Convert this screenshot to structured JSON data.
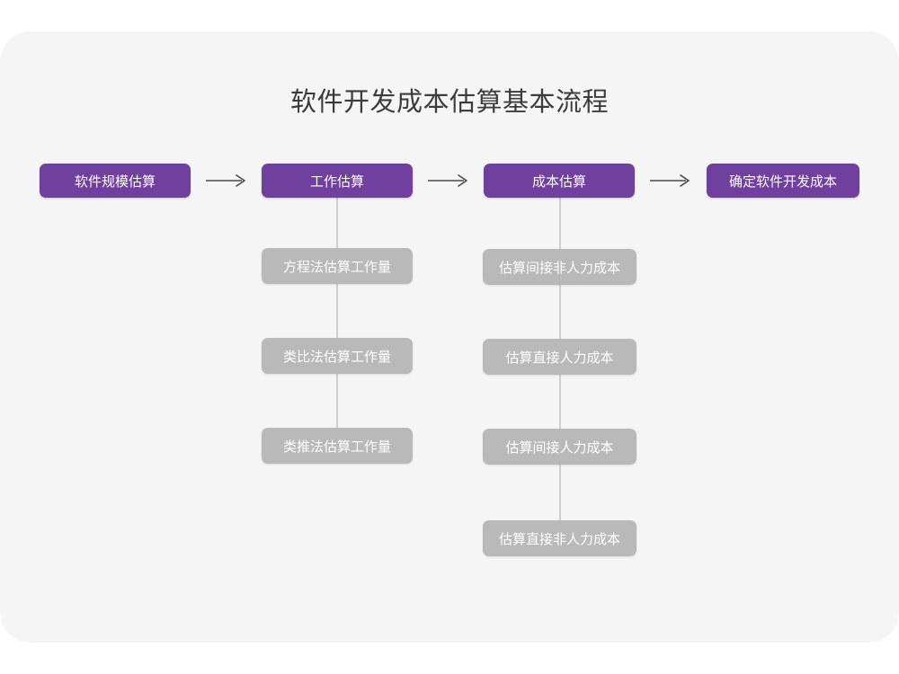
{
  "page": {
    "title": "软件开发成本估算基本流程",
    "background_color": "#ffffff",
    "card_color": "#f5f5f5",
    "accent_color": "#70409e",
    "secondary_color": "#b9b9b9",
    "connector_color": "#cfcfcf",
    "title_color": "#3c3c3c"
  },
  "flow": {
    "arrow_glyph": "⟶",
    "steps": [
      {
        "id": "step-1",
        "label": "软件规模估算",
        "substeps": []
      },
      {
        "id": "step-2",
        "label": "工作估算",
        "substeps": [
          {
            "id": "step-2-sub-1",
            "label": "方程法估算工作量"
          },
          {
            "id": "step-2-sub-2",
            "label": "类比法估算工作量"
          },
          {
            "id": "step-2-sub-3",
            "label": "类推法估算工作量"
          }
        ]
      },
      {
        "id": "step-3",
        "label": "成本估算",
        "substeps": [
          {
            "id": "step-3-sub-1",
            "label": "估算间接非人力成本"
          },
          {
            "id": "step-3-sub-2",
            "label": "估算直接人力成本"
          },
          {
            "id": "step-3-sub-3",
            "label": "估算间接人力成本"
          },
          {
            "id": "step-3-sub-4",
            "label": "估算直接非人力成本"
          }
        ]
      },
      {
        "id": "step-4",
        "label": "确定软件开发成本",
        "substeps": []
      }
    ]
  },
  "chart_data": {
    "type": "diagram",
    "diagram_kind": "flowchart",
    "title": "软件开发成本估算基本流程",
    "orientation": "left-to-right with vertical sub-branches",
    "main_sequence": [
      "软件规模估算",
      "工作估算",
      "成本估算",
      "确定软件开发成本"
    ],
    "branches": [
      {
        "parent": "工作估算",
        "children": [
          "方程法估算工作量",
          "类比法估算工作量",
          "类推法估算工作量"
        ]
      },
      {
        "parent": "成本估算",
        "children": [
          "估算间接非人力成本",
          "估算直接人力成本",
          "估算间接人力成本",
          "估算直接非人力成本"
        ]
      }
    ],
    "connector_labels": [
      "⟶",
      "⟶",
      "⟶"
    ]
  }
}
